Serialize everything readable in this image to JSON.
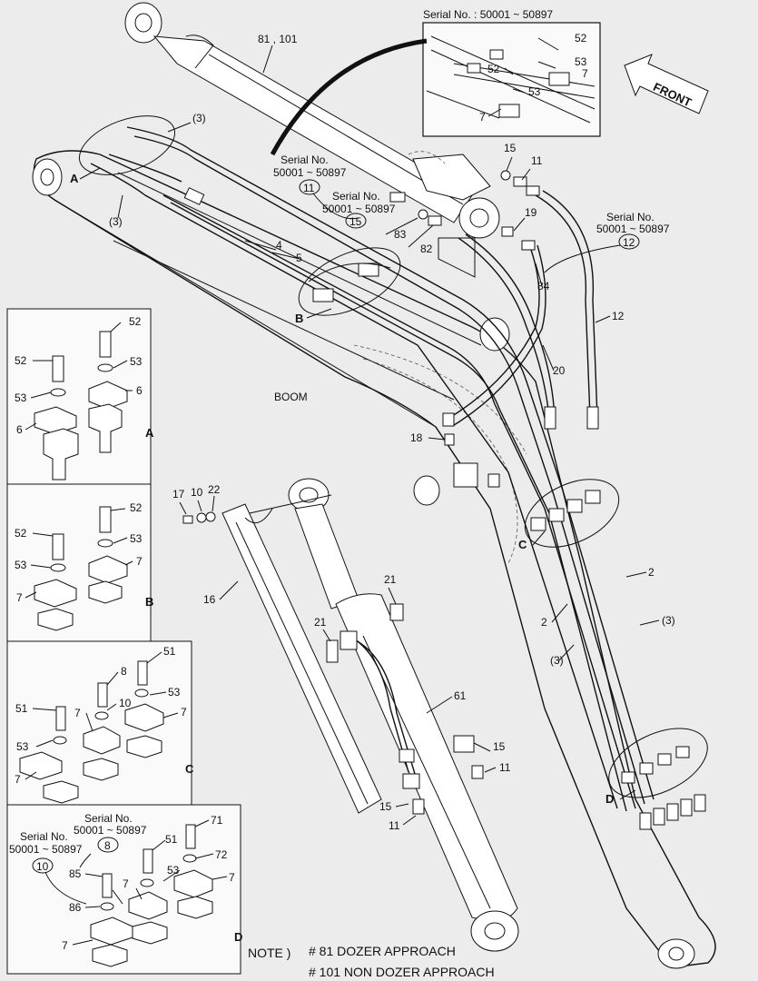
{
  "inset_top": {
    "serial_label": "Serial No. : 50001 ~ 50897"
  },
  "front_label": "FRONT",
  "boom_label": "BOOM",
  "serial_notes": [
    {
      "text1": "Serial No.",
      "text2": "50001 ~ 50897",
      "ref": "11"
    },
    {
      "text1": "Serial No.",
      "text2": "50001 ~ 50897",
      "ref": "15"
    },
    {
      "text1": "Serial No.",
      "text2": "50001 ~ 50897",
      "ref": "12"
    }
  ],
  "detail_boxes": [
    {
      "letter": "A"
    },
    {
      "letter": "B"
    },
    {
      "letter": "C"
    },
    {
      "letter": "D",
      "serial_a": "Serial No.",
      "serial_a2": "50001 ~ 50897",
      "ref_a": "10",
      "serial_b": "Serial No.",
      "serial_b2": "50001 ~ 50897",
      "ref_b": "8"
    }
  ],
  "callouts": {
    "c81": "81 , 101",
    "c52": "52",
    "c53": "53",
    "c7": "7",
    "c3": "(3)",
    "c4": "4",
    "c5": "5",
    "cA": "A",
    "cB": "B",
    "cC": "C",
    "cD": "D",
    "c15": "15",
    "c11": "11",
    "c19": "19",
    "c83": "83",
    "c82": "82",
    "c84": "84",
    "c12": "12",
    "c20": "20",
    "c18": "18",
    "c17": "17",
    "c10": "10",
    "c22": "22",
    "c16": "16",
    "c21": "21",
    "c61": "61",
    "c2": "2",
    "c6": "6",
    "c51": "51",
    "c8": "8",
    "c85": "85",
    "c86": "86",
    "c71": "71",
    "c72": "72"
  },
  "note": {
    "prefix": "NOTE )",
    "line1": "# 81 DOZER APPROACH",
    "line2": "# 101 NON DOZER APPROACH"
  }
}
